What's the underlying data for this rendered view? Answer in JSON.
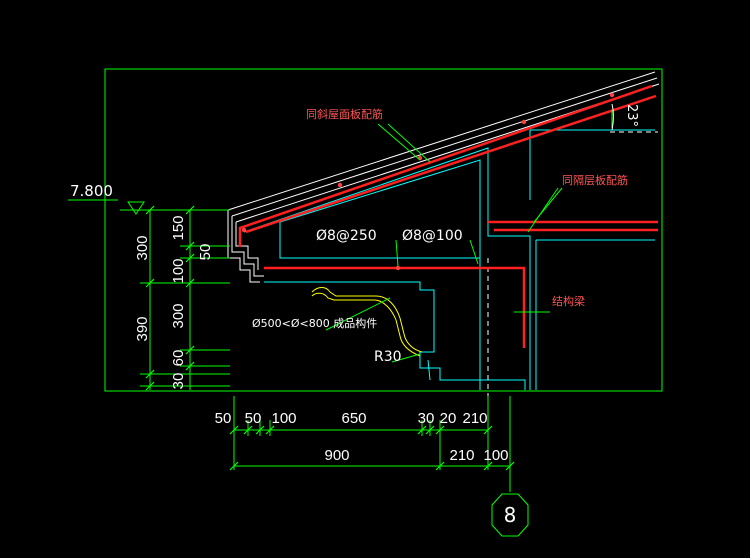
{
  "colors": {
    "background": "#000000",
    "frame": "#00ff00",
    "outline": "#ffffff",
    "rebar": "#ff2a2a",
    "concrete": "#00ffff",
    "text": "#ffffff",
    "leader": "#00ff00",
    "note": "#ff5555"
  },
  "annotations": {
    "roof_slab_rebar": "同斜屋面板配筋",
    "floor_slab_rebar": "同隔层板配筋",
    "structural_beam": "结构梁",
    "bar_spacing_a": "Ø8@250",
    "bar_spacing_b": "Ø8@100",
    "precast_member": "Ø500<Ø<800 成品构件",
    "radius": "R30",
    "slope_angle": "23°",
    "elevation": "7.800",
    "axis_number": "8"
  },
  "dimensions": {
    "vertical_outer": [
      "300",
      "390",
      "30"
    ],
    "vertical_inner": [
      "150",
      "50",
      "100",
      "300",
      "60"
    ],
    "horizontal_top": [
      "50",
      "50",
      "100",
      "650",
      "30",
      "20",
      "210"
    ],
    "horizontal_bottom": [
      "900",
      "210",
      "100"
    ]
  }
}
